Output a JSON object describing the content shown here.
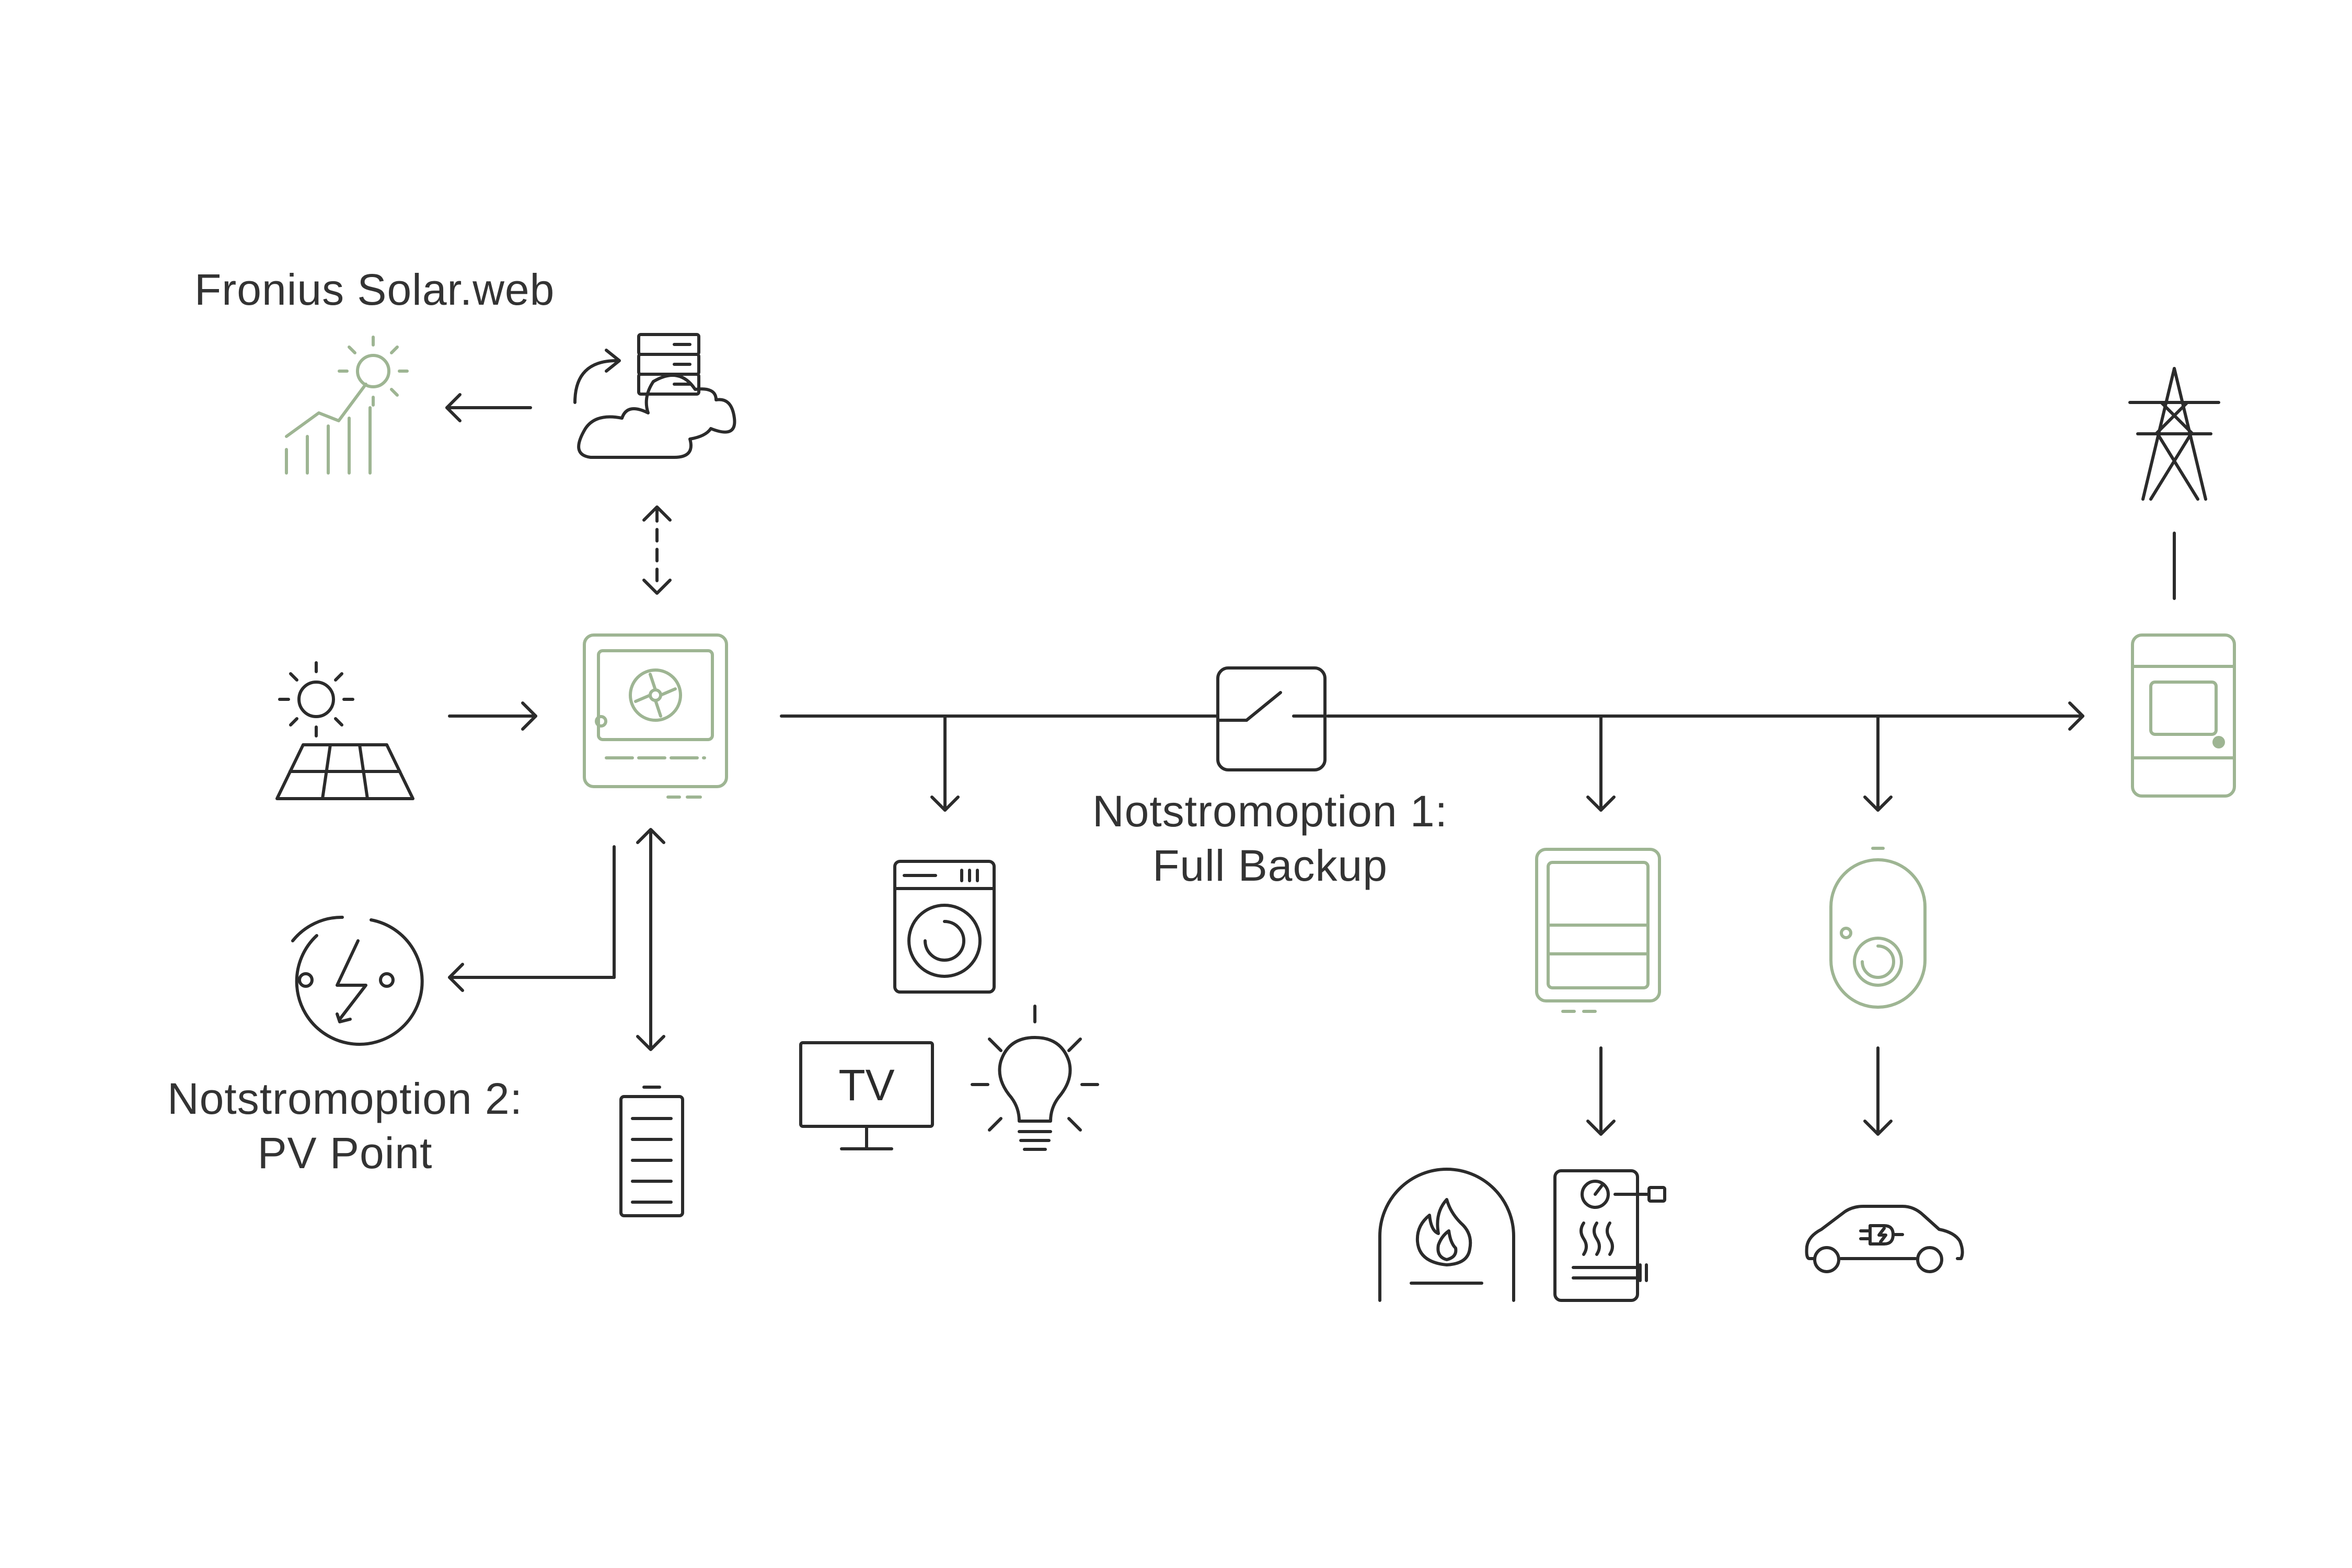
{
  "labels": {
    "solarweb": "Fronius Solar.web",
    "option1_line1": "Notstromoption 1:",
    "option1_line2": "Full Backup",
    "option2_line1": "Notstromoption 2:",
    "option2_line2": "PV Point",
    "tv": "TV"
  },
  "colors": {
    "dark": "#2b2b2b",
    "green": "#9eb593",
    "text": "#333333",
    "background": "#ffffff"
  },
  "icons": [
    "solar-monitoring-chart-icon",
    "cloud-server-icon",
    "sun-solar-panel-icon",
    "inverter-icon",
    "backup-switch-icon",
    "grid-pylon-icon",
    "smart-meter-icon",
    "pv-point-socket-icon",
    "battery-icon",
    "washing-machine-icon",
    "tv-icon",
    "light-bulb-icon",
    "heat-pump-icon",
    "wallbox-charger-icon",
    "heating-flame-icon",
    "water-heater-icon",
    "electric-car-icon"
  ]
}
